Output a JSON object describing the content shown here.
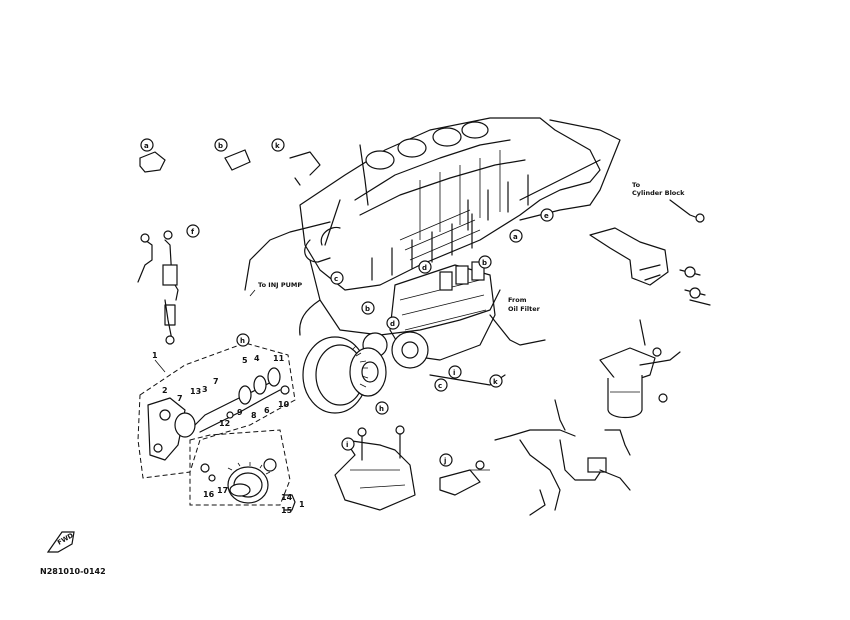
{
  "diagram": {
    "part_code": "N281010-0142",
    "fwd_label": "FWD",
    "annotations": {
      "to_inj_pump": "To INJ PUMP",
      "from_oil_filter_1": "From",
      "from_oil_filter_2": "Oil Filter",
      "to_cylinder_block_1": "To",
      "to_cylinder_block_2": "Cylinder Block"
    },
    "callout_letters": [
      "a",
      "b",
      "c",
      "d",
      "e",
      "f",
      "h",
      "i",
      "j",
      "k"
    ],
    "callout_numbers": [
      "1",
      "2",
      "3",
      "4",
      "5",
      "6",
      "7",
      "8",
      "9",
      "10",
      "11",
      "12",
      "13",
      "14",
      "15",
      "16",
      "17"
    ]
  }
}
